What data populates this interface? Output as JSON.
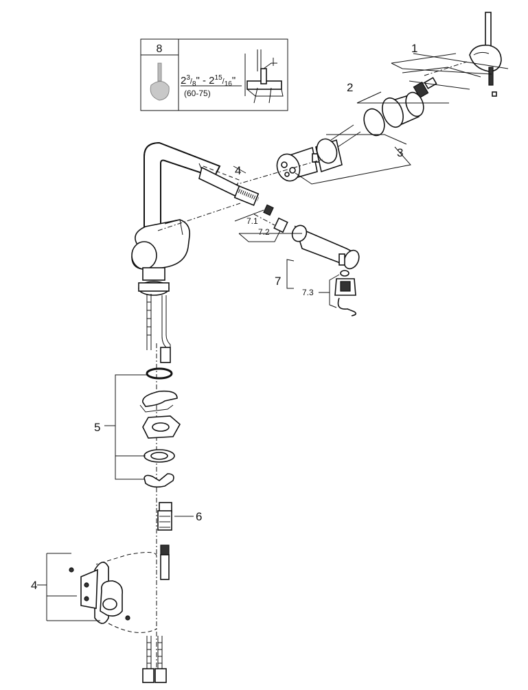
{
  "inset": {
    "number": "8",
    "dimension_main": "2",
    "dim_sup_a": "3",
    "dim_sub_a": "8",
    "dim_mid": "\" - 2",
    "dim_sup_b": "15",
    "dim_sub_b": "16",
    "dim_end": "\"",
    "dimension_mm": "(60-75)"
  },
  "callouts": {
    "c1": "1",
    "c2": "2",
    "c3": "3",
    "c4_top": "4",
    "c71": "7.1",
    "c72": "7.2",
    "c7": "7",
    "c73": "7.3",
    "c5": "5",
    "c6": "6",
    "c4_bottom": "4"
  }
}
